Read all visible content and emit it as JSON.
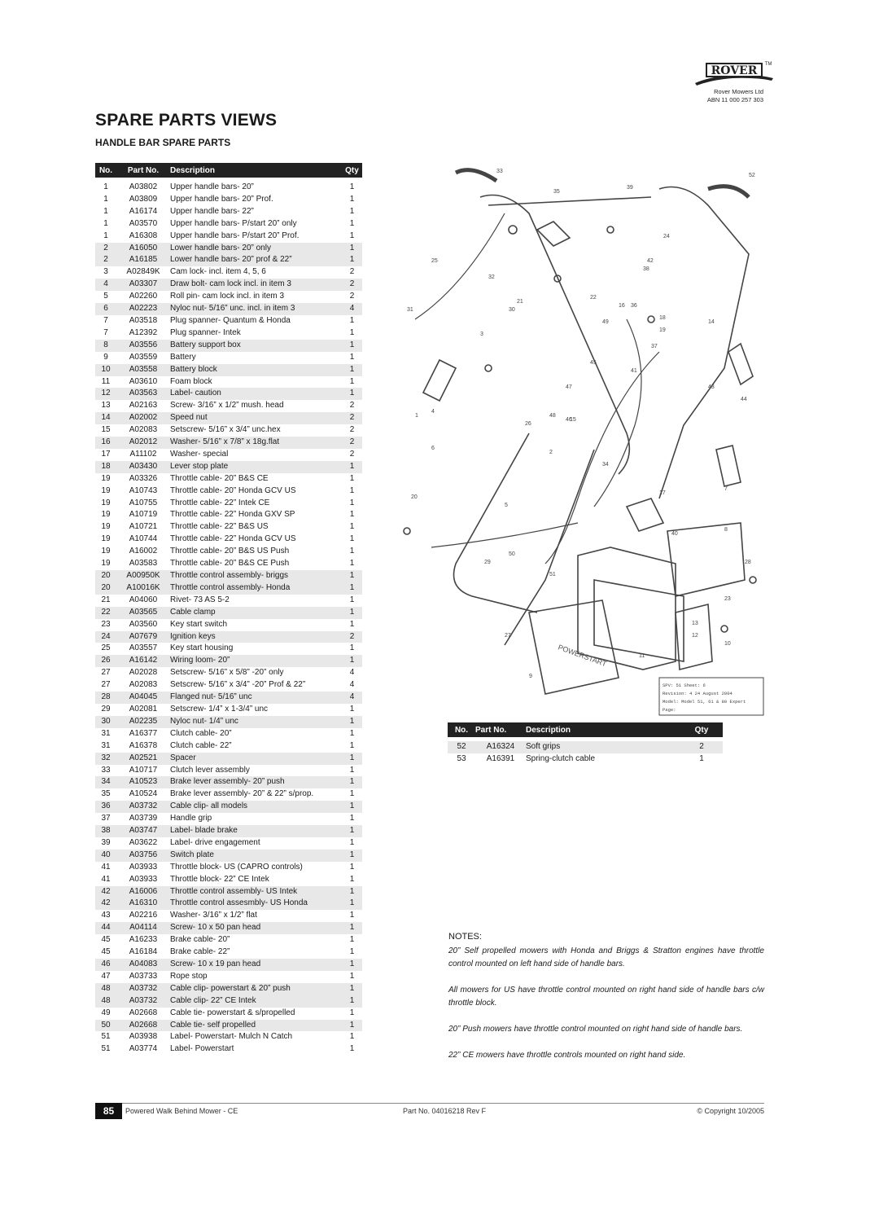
{
  "header": {
    "brand": "ROVER",
    "trademark": "TM",
    "company_name": "Rover Mowers Ltd",
    "abn": "ABN 11 000 257 303"
  },
  "page_title": "SPARE PARTS VIEWS",
  "section_title": "HANDLE BAR SPARE PARTS",
  "table_headers": {
    "no": "No.",
    "part": "Part No.",
    "desc": "Description",
    "qty": "Qty"
  },
  "parts_main": [
    {
      "no": "1",
      "part": "A03802",
      "desc": "Upper handle bars- 20”",
      "qty": "1",
      "shade": false
    },
    {
      "no": "1",
      "part": "A03809",
      "desc": "Upper handle bars- 20” Prof.",
      "qty": "1",
      "shade": false
    },
    {
      "no": "1",
      "part": "A16174",
      "desc": "Upper handle bars- 22”",
      "qty": "1",
      "shade": false
    },
    {
      "no": "1",
      "part": "A03570",
      "desc": "Upper handle bars- P/start 20” only",
      "qty": "1",
      "shade": false
    },
    {
      "no": "1",
      "part": "A16308",
      "desc": "Upper handle bars- P/start 20” Prof.",
      "qty": "1",
      "shade": false
    },
    {
      "no": "2",
      "part": "A16050",
      "desc": "Lower handle bars- 20” only",
      "qty": "1",
      "shade": true
    },
    {
      "no": "2",
      "part": "A16185",
      "desc": "Lower handle bars- 20” prof & 22”",
      "qty": "1",
      "shade": true
    },
    {
      "no": "3",
      "part": "A02849K",
      "desc": "Cam lock- incl. item 4, 5, 6",
      "qty": "2",
      "shade": false
    },
    {
      "no": "4",
      "part": "A03307",
      "desc": "Draw bolt- cam lock incl. in item 3",
      "qty": "2",
      "shade": true
    },
    {
      "no": "5",
      "part": "A02260",
      "desc": "Roll pin- cam lock incl. in item 3",
      "qty": "2",
      "shade": false
    },
    {
      "no": "6",
      "part": "A02223",
      "desc": "Nyloc nut- 5/16” unc. incl. in item 3",
      "qty": "4",
      "shade": true
    },
    {
      "no": "7",
      "part": "A03518",
      "desc": "Plug spanner- Quantum & Honda",
      "qty": "1",
      "shade": false
    },
    {
      "no": "7",
      "part": "A12392",
      "desc": "Plug spanner- Intek",
      "qty": "1",
      "shade": false
    },
    {
      "no": "8",
      "part": "A03556",
      "desc": "Battery support box",
      "qty": "1",
      "shade": true
    },
    {
      "no": "9",
      "part": "A03559",
      "desc": "Battery",
      "qty": "1",
      "shade": false
    },
    {
      "no": "10",
      "part": "A03558",
      "desc": "Battery block",
      "qty": "1",
      "shade": true
    },
    {
      "no": "11",
      "part": "A03610",
      "desc": "Foam block",
      "qty": "1",
      "shade": false
    },
    {
      "no": "12",
      "part": "A03563",
      "desc": "Label- caution",
      "qty": "1",
      "shade": true
    },
    {
      "no": "13",
      "part": "A02163",
      "desc": "Screw- 3/16” x 1/2” mush. head",
      "qty": "2",
      "shade": false
    },
    {
      "no": "14",
      "part": "A02002",
      "desc": "Speed nut",
      "qty": "2",
      "shade": true
    },
    {
      "no": "15",
      "part": "A02083",
      "desc": "Setscrew- 5/16” x 3/4” unc.hex",
      "qty": "2",
      "shade": false
    },
    {
      "no": "16",
      "part": "A02012",
      "desc": "Washer- 5/16” x 7/8” x 18g.flat",
      "qty": "2",
      "shade": true
    },
    {
      "no": "17",
      "part": "A11102",
      "desc": "Washer- special",
      "qty": "2",
      "shade": false
    },
    {
      "no": "18",
      "part": "A03430",
      "desc": "Lever stop plate",
      "qty": "1",
      "shade": true
    },
    {
      "no": "19",
      "part": "A03326",
      "desc": "Throttle cable- 20” B&S CE",
      "qty": "1",
      "shade": false
    },
    {
      "no": "19",
      "part": "A10743",
      "desc": "Throttle cable- 20” Honda GCV US",
      "qty": "1",
      "shade": false
    },
    {
      "no": "19",
      "part": "A10755",
      "desc": "Throttle cable- 22” Intek CE",
      "qty": "1",
      "shade": false
    },
    {
      "no": "19",
      "part": "A10719",
      "desc": "Throttle cable- 22” Honda GXV SP",
      "qty": "1",
      "shade": false
    },
    {
      "no": "19",
      "part": "A10721",
      "desc": "Throttle cable- 22” B&S US",
      "qty": "1",
      "shade": false
    },
    {
      "no": "19",
      "part": "A10744",
      "desc": "Throttle cable- 22” Honda GCV US",
      "qty": "1",
      "shade": false
    },
    {
      "no": "19",
      "part": "A16002",
      "desc": "Throttle cable- 20” B&S US Push",
      "qty": "1",
      "shade": false
    },
    {
      "no": "19",
      "part": "A03583",
      "desc": "Throttle cable- 20” B&S CE Push",
      "qty": "1",
      "shade": false
    },
    {
      "no": "20",
      "part": "A00950K",
      "desc": "Throttle control assembly- briggs",
      "qty": "1",
      "shade": true
    },
    {
      "no": "20",
      "part": "A10016K",
      "desc": "Throttle control assembly- Honda",
      "qty": "1",
      "shade": true
    },
    {
      "no": "21",
      "part": "A04060",
      "desc": "Rivet- 73 AS 5-2",
      "qty": "1",
      "shade": false
    },
    {
      "no": "22",
      "part": "A03565",
      "desc": "Cable clamp",
      "qty": "1",
      "shade": true
    },
    {
      "no": "23",
      "part": "A03560",
      "desc": "Key start switch",
      "qty": "1",
      "shade": false
    },
    {
      "no": "24",
      "part": "A07679",
      "desc": "Ignition keys",
      "qty": "2",
      "shade": true
    },
    {
      "no": "25",
      "part": "A03557",
      "desc": "Key start housing",
      "qty": "1",
      "shade": false
    },
    {
      "no": "26",
      "part": "A16142",
      "desc": "Wiring loom- 20”",
      "qty": "1",
      "shade": true
    },
    {
      "no": "27",
      "part": "A02028",
      "desc": "Setscrew- 5/16” x 5/8” -20” only",
      "qty": "4",
      "shade": false
    },
    {
      "no": "27",
      "part": "A02083",
      "desc": "Setscrew- 5/16” x 3/4” -20” Prof & 22”",
      "qty": "4",
      "shade": false
    },
    {
      "no": "28",
      "part": "A04045",
      "desc": "Flanged nut- 5/16” unc",
      "qty": "4",
      "shade": true
    },
    {
      "no": "29",
      "part": "A02081",
      "desc": "Setscrew- 1/4” x 1-3/4” unc",
      "qty": "1",
      "shade": false
    },
    {
      "no": "30",
      "part": "A02235",
      "desc": "Nyloc nut- 1/4” unc",
      "qty": "1",
      "shade": true
    },
    {
      "no": "31",
      "part": "A16377",
      "desc": "Clutch cable- 20”",
      "qty": "1",
      "shade": false
    },
    {
      "no": "31",
      "part": "A16378",
      "desc": "Clutch cable- 22”",
      "qty": "1",
      "shade": false
    },
    {
      "no": "32",
      "part": "A02521",
      "desc": "Spacer",
      "qty": "1",
      "shade": true
    },
    {
      "no": "33",
      "part": "A10717",
      "desc": "Clutch lever assembly",
      "qty": "1",
      "shade": false
    },
    {
      "no": "34",
      "part": "A10523",
      "desc": "Brake lever assembly- 20” push",
      "qty": "1",
      "shade": true
    },
    {
      "no": "35",
      "part": "A10524",
      "desc": "Brake lever assembly- 20” & 22” s/prop.",
      "qty": "1",
      "shade": false
    },
    {
      "no": "36",
      "part": "A03732",
      "desc": "Cable clip- all models",
      "qty": "1",
      "shade": true
    },
    {
      "no": "37",
      "part": "A03739",
      "desc": "Handle grip",
      "qty": "1",
      "shade": false
    },
    {
      "no": "38",
      "part": "A03747",
      "desc": "Label- blade brake",
      "qty": "1",
      "shade": true
    },
    {
      "no": "39",
      "part": "A03622",
      "desc": "Label- drive engagement",
      "qty": "1",
      "shade": false
    },
    {
      "no": "40",
      "part": "A03756",
      "desc": "Switch plate",
      "qty": "1",
      "shade": true
    },
    {
      "no": "41",
      "part": "A03933",
      "desc": "Throttle block- US (CAPRO controls)",
      "qty": "1",
      "shade": false
    },
    {
      "no": "41",
      "part": "A03933",
      "desc": "Throttle block- 22” CE Intek",
      "qty": "1",
      "shade": false
    },
    {
      "no": "42",
      "part": "A16006",
      "desc": "Throttle control assembly- US Intek",
      "qty": "1",
      "shade": true
    },
    {
      "no": "42",
      "part": "A16310",
      "desc": "Throttle control assesmbly- US Honda",
      "qty": "1",
      "shade": true
    },
    {
      "no": "43",
      "part": "A02216",
      "desc": "Washer- 3/16” x 1/2” flat",
      "qty": "1",
      "shade": false
    },
    {
      "no": "44",
      "part": "A04114",
      "desc": "Screw- 10 x 50 pan head",
      "qty": "1",
      "shade": true
    },
    {
      "no": "45",
      "part": "A16233",
      "desc": "Brake cable- 20”",
      "qty": "1",
      "shade": false
    },
    {
      "no": "45",
      "part": "A16184",
      "desc": "Brake cable- 22”",
      "qty": "1",
      "shade": false
    },
    {
      "no": "46",
      "part": "A04083",
      "desc": "Screw- 10 x 19 pan head",
      "qty": "1",
      "shade": true
    },
    {
      "no": "47",
      "part": "A03733",
      "desc": "Rope stop",
      "qty": "1",
      "shade": false
    },
    {
      "no": "48",
      "part": "A03732",
      "desc": "Cable clip- powerstart & 20” push",
      "qty": "1",
      "shade": true
    },
    {
      "no": "48",
      "part": "A03732",
      "desc": "Cable clip- 22” CE Intek",
      "qty": "1",
      "shade": true
    },
    {
      "no": "49",
      "part": "A02668",
      "desc": "Cable tie- powerstart & s/propelled",
      "qty": "1",
      "shade": false
    },
    {
      "no": "50",
      "part": "A02668",
      "desc": "Cable tie- self propelled",
      "qty": "1",
      "shade": true
    },
    {
      "no": "51",
      "part": "A03938",
      "desc": "Label- Powerstart- Mulch N Catch",
      "qty": "1",
      "shade": false
    },
    {
      "no": "51",
      "part": "A03774",
      "desc": "Label- Powerstart",
      "qty": "1",
      "shade": false
    }
  ],
  "parts_extra": [
    {
      "no": "52",
      "part": "A16324",
      "desc": "Soft grips",
      "qty": "2",
      "shade": true
    },
    {
      "no": "53",
      "part": "A16391",
      "desc": "Spring-clutch cable",
      "qty": "1",
      "shade": false
    }
  ],
  "diagram": {
    "box_label": "POWERSTART",
    "callouts": [
      "1",
      "2",
      "3",
      "4",
      "5",
      "6",
      "7",
      "8",
      "9",
      "10",
      "11",
      "12",
      "13",
      "14",
      "15",
      "16",
      "17",
      "18",
      "19",
      "20",
      "21",
      "22",
      "23",
      "24",
      "25",
      "26",
      "27",
      "28",
      "29",
      "30",
      "31",
      "32",
      "33",
      "34",
      "35",
      "36",
      "37",
      "38",
      "39",
      "40",
      "41",
      "42",
      "43",
      "44",
      "45",
      "46",
      "47",
      "48",
      "49",
      "50",
      "51",
      "52"
    ],
    "title_block": [
      "SPV:     51    Sheet: 6",
      "Revision:  4    24 August 2004",
      "Model:    Model 51, 61 & 80 Expert",
      "Page:"
    ]
  },
  "notes": {
    "heading": "NOTES:",
    "items": [
      "20” Self propelled mowers with Honda and Briggs & Stratton engines have throttle control mounted on left hand side of handle bars.",
      "All mowers for US have throttle control mounted on right hand side of handle bars c/w throttle block.",
      "20” Push mowers have throttle control mounted on right hand side of handle bars.",
      "22” CE mowers have throttle controls mounted on right hand side."
    ]
  },
  "footer": {
    "page_number": "85",
    "title": "Powered Walk Behind Mower - CE",
    "part_no": "Part No. 04016218 Rev F",
    "copyright": "© Copyright  10/2005"
  }
}
